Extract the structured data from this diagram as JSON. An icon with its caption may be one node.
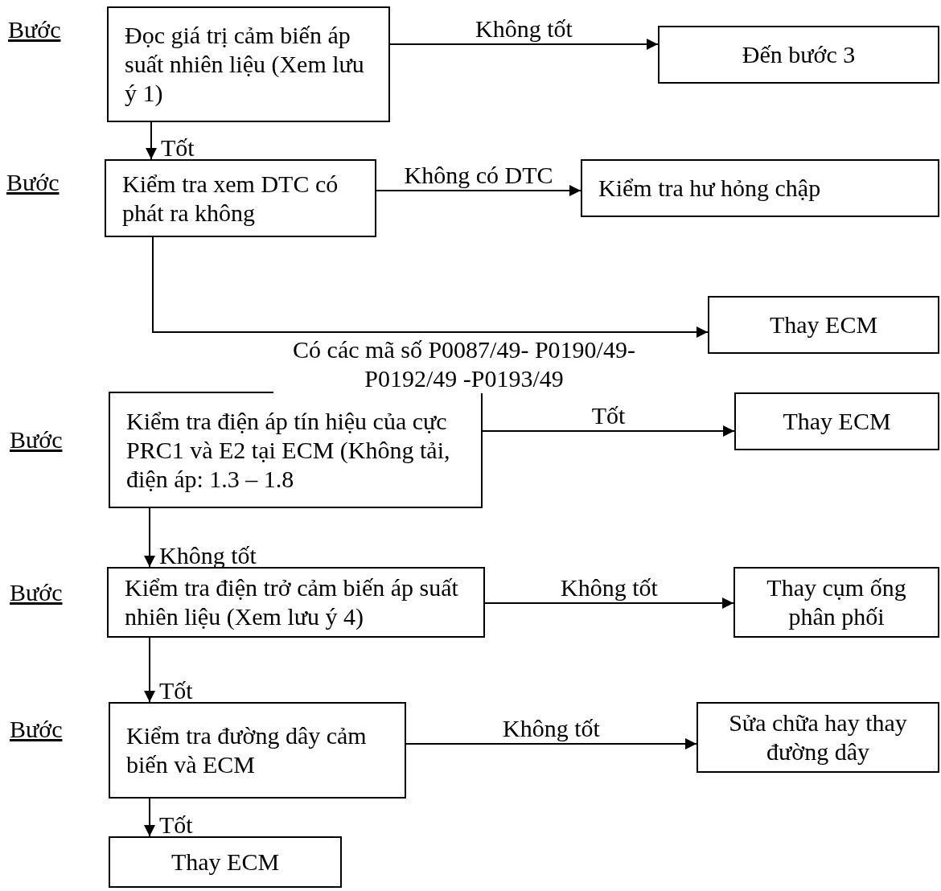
{
  "diagram": {
    "nodes": [
      {
        "text": [
          "Đọc giá trị cảm biến áp suất nhiên liệu (Xem lưu ý 1)"
        ]
      },
      {
        "text": [
          "Đến bước 3"
        ]
      },
      {
        "text": [
          "Kiểm tra xem DTC có phát ra không"
        ]
      },
      {
        "text": [
          "Kiểm tra hư hỏng chập"
        ]
      },
      {
        "text": [
          "Thay ECM"
        ]
      },
      {
        "text": [
          "Kiểm tra điện áp tín hiệu của cực PRC1 và E2 tại ECM (Không tải, điện áp: 1.3 – 1.8"
        ]
      },
      {
        "text": [
          "Thay ECM"
        ]
      },
      {
        "text": [
          "Kiểm tra điện trở cảm biến áp suất nhiên liệu (Xem lưu ý 4)"
        ]
      },
      {
        "text": [
          "Thay cụm ống phân phối"
        ]
      },
      {
        "text": [
          "Kiểm tra đường dây cảm biến và ECM"
        ]
      },
      {
        "text": [
          "Sửa chữa hay thay đường dây"
        ]
      },
      {
        "text": [
          "Thay ECM"
        ]
      }
    ],
    "edges": [
      {
        "from": 0,
        "to": 1,
        "arrow": "to",
        "label": "Không tốt"
      },
      {
        "from": 0,
        "to": 2,
        "arrow": "to",
        "label": "Tốt"
      },
      {
        "from": 2,
        "to": 3,
        "arrow": "to",
        "label": "Không có DTC"
      },
      {
        "from": 2,
        "to": 4,
        "arrow": "to",
        "label": "Có các mã số P0087/49- P0190/49-P0192/49 -P0193/49"
      },
      {
        "from": 5,
        "to": 6,
        "arrow": "to",
        "label": "Tốt"
      },
      {
        "from": 5,
        "to": 7,
        "arrow": "to",
        "label": "Không tốt"
      },
      {
        "from": 7,
        "to": 8,
        "arrow": "to",
        "label": "Không tốt"
      },
      {
        "from": 7,
        "to": 9,
        "arrow": "to",
        "label": "Tốt"
      },
      {
        "from": 9,
        "to": 10,
        "arrow": "to",
        "label": "Không tốt"
      },
      {
        "from": 9,
        "to": 11,
        "arrow": "to",
        "label": "Tốt"
      }
    ],
    "labels": [
      "Bước",
      "Bước",
      "Bước",
      "Bước",
      "Bước"
    ]
  }
}
